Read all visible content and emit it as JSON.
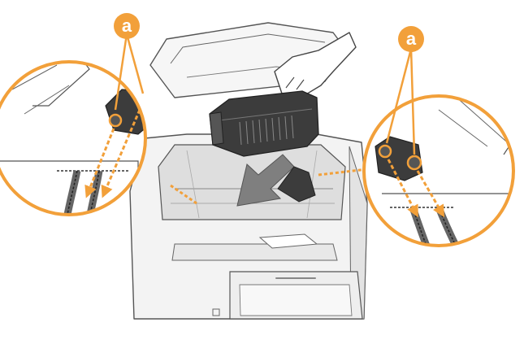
{
  "callouts": [
    {
      "id": "left",
      "label": "a"
    },
    {
      "id": "right",
      "label": "a"
    }
  ],
  "colors": {
    "accent": "#f2a03a",
    "outline": "#555555",
    "printer_light": "#f3f3f3",
    "printer_mid": "#d8d8d8",
    "cartridge": "#3c3c3c",
    "arrow": "#7f7f7f"
  }
}
